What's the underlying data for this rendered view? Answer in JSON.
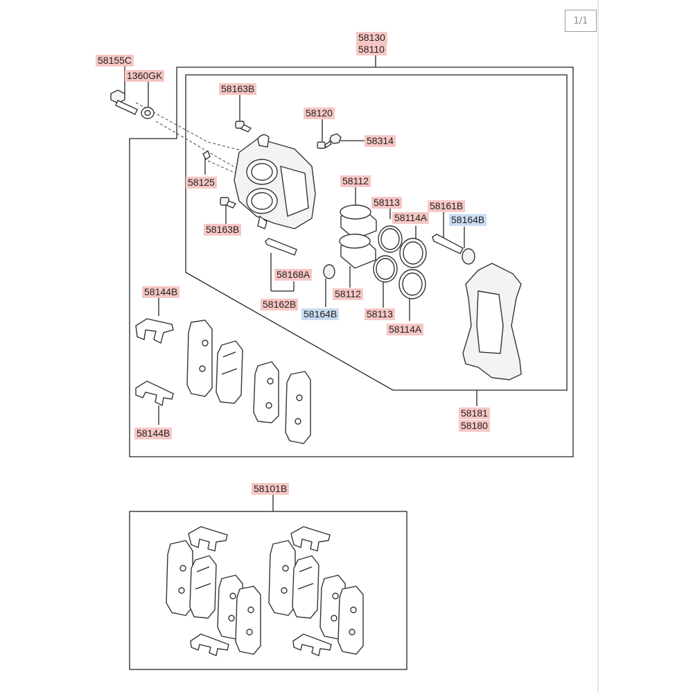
{
  "page_indicator": "1/1",
  "labels": {
    "l58130": "58130",
    "l58110": "58110",
    "l58155C": "58155C",
    "l1360GK": "1360GK",
    "l58163B_top": "58163B",
    "l58120": "58120",
    "l58314": "58314",
    "l58125": "58125",
    "l58112_top": "58112",
    "l58113_top": "58113",
    "l58161B": "58161B",
    "l58114A_top": "58114A",
    "l58164B_right": "58164B",
    "l58163B_bottom": "58163B",
    "l58168A": "58168A",
    "l58112_bottom": "58112",
    "l58162B": "58162B",
    "l58164B_left": "58164B",
    "l58113_bottom": "58113",
    "l58114A_bottom": "58114A",
    "l58144B_top": "58144B",
    "l58144B_bottom": "58144B",
    "l58181": "58181",
    "l58180": "58180",
    "l58101B": "58101B"
  },
  "colors": {
    "callout_red": "#f6c7c4",
    "callout_blue": "#c9dcf2",
    "line": "#222222"
  }
}
